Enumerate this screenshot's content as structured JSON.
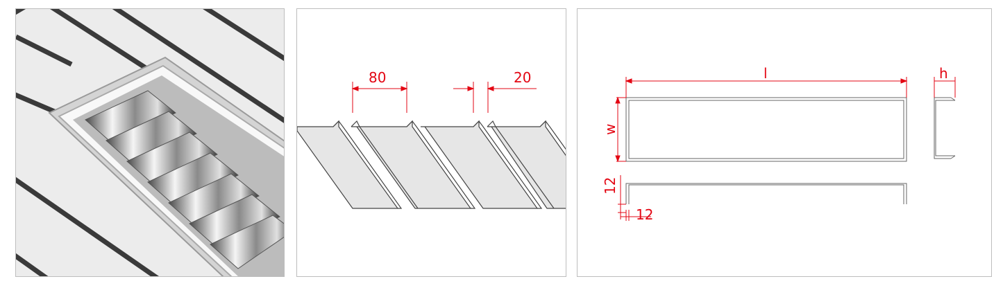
{
  "panels": {
    "photo": {
      "alt": ""
    },
    "profile": {
      "labels": {
        "pitch": "80",
        "gap": "20"
      }
    },
    "plan": {
      "labels": {
        "length": "l",
        "height": "h",
        "width": "w",
        "flange_v": "12",
        "flange_h": "12"
      }
    }
  },
  "colors": {
    "dimension": "#e30613",
    "line": "#555555",
    "fill_panel": "#e8e8e8",
    "border": "#bdbdbd"
  }
}
